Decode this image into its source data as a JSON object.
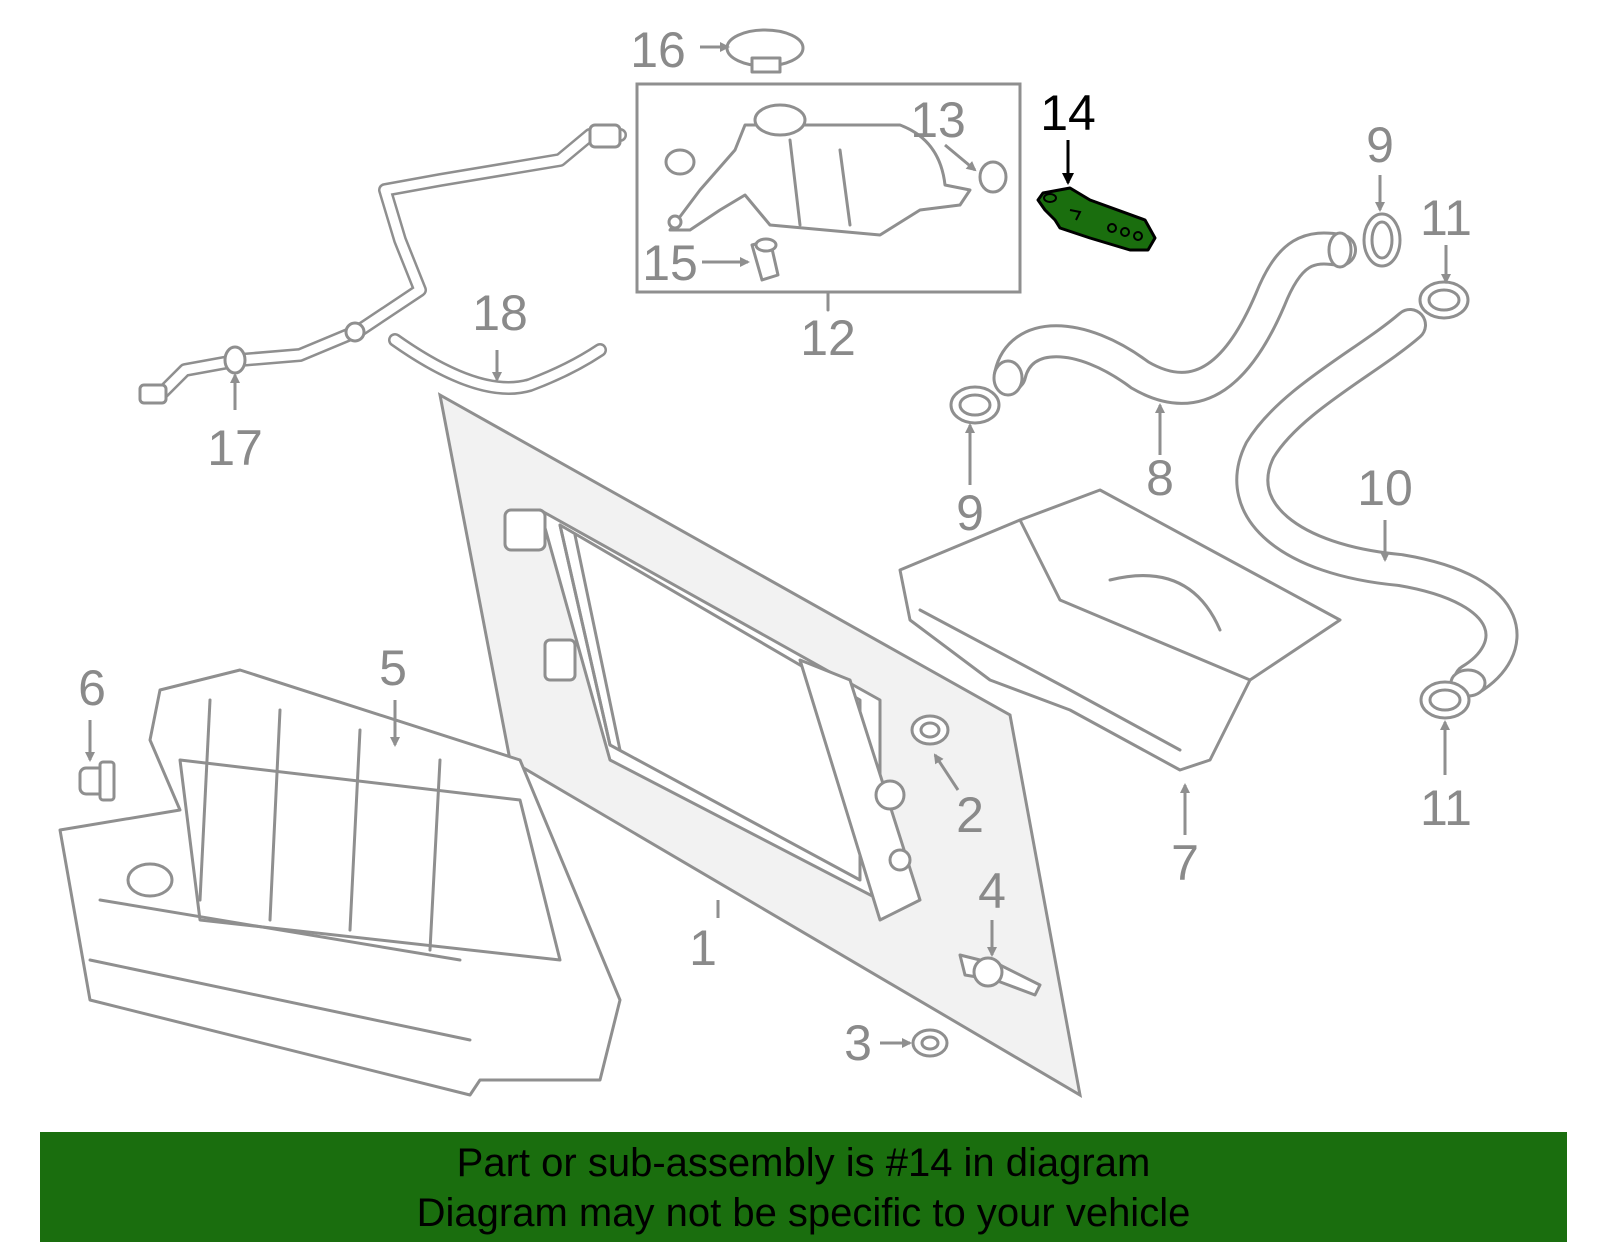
{
  "diagram": {
    "callouts": [
      "1",
      "2",
      "3",
      "4",
      "5",
      "6",
      "7",
      "8",
      "9",
      "9",
      "10",
      "11",
      "11",
      "12",
      "13",
      "14",
      "15",
      "16",
      "17",
      "18"
    ],
    "highlighted_part": "14",
    "highlight_color": "#1a6e0e",
    "line_color": "#8f8f8f"
  },
  "banner": {
    "line1": "Part or sub-assembly is #14 in diagram",
    "line2": "Diagram may not be specific to your vehicle",
    "background": "#1a6e0e"
  }
}
